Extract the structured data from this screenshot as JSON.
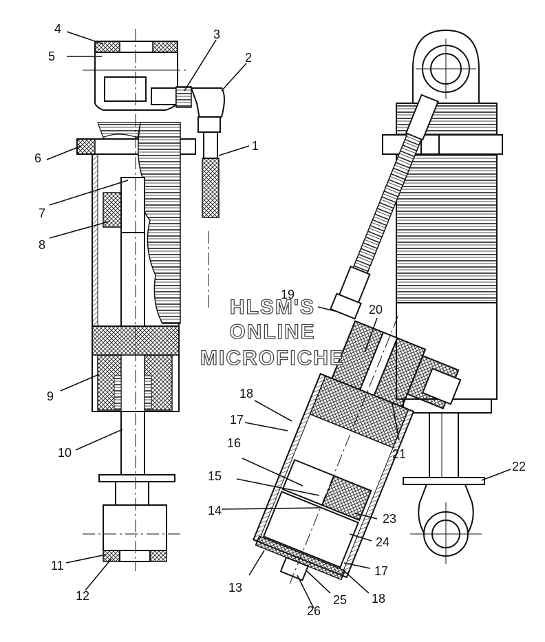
{
  "watermark": {
    "line1": "HLSM'S",
    "line2": "ONLINE",
    "line3": "MICROFICHE"
  },
  "callouts": [
    "1",
    "2",
    "3",
    "4",
    "5",
    "6",
    "7",
    "8",
    "9",
    "10",
    "11",
    "12",
    "13",
    "14",
    "15",
    "16",
    "17",
    "17",
    "18",
    "18",
    "19",
    "20",
    "21",
    "22",
    "23",
    "24",
    "25",
    "26"
  ],
  "colors": {
    "line": "#111111",
    "background": "#ffffff",
    "hatch": "#222222"
  }
}
